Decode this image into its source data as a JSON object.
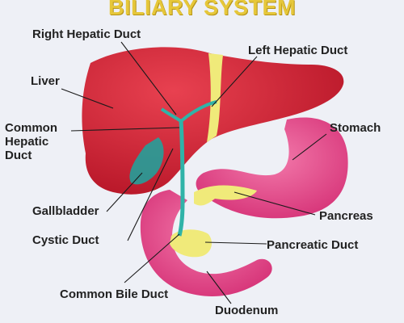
{
  "title": "BILIARY SYSTEM",
  "labels": {
    "right_hepatic_duct": "Right Hepatic Duct",
    "left_hepatic_duct": "Left Hepatic Duct",
    "liver": "Liver",
    "common_hepatic_duct": "Common\nHepatic\nDuct",
    "stomach": "Stomach",
    "gallbladder": "Gallbladder",
    "pancreas": "Pancreas",
    "cystic_duct": "Cystic Duct",
    "pancreatic_duct": "Pancreatic Duct",
    "common_bile_duct": "Common Bile Duct",
    "duodenum": "Duodenum"
  },
  "colors": {
    "title": "#e6c73a",
    "liver": "#cc1f2f",
    "stomach": "#e8468a",
    "gallbladder": "#1aa7a0",
    "pancreas": "#f0ea7a",
    "duct": "#2fb3a8",
    "background": "#eef0f6"
  }
}
